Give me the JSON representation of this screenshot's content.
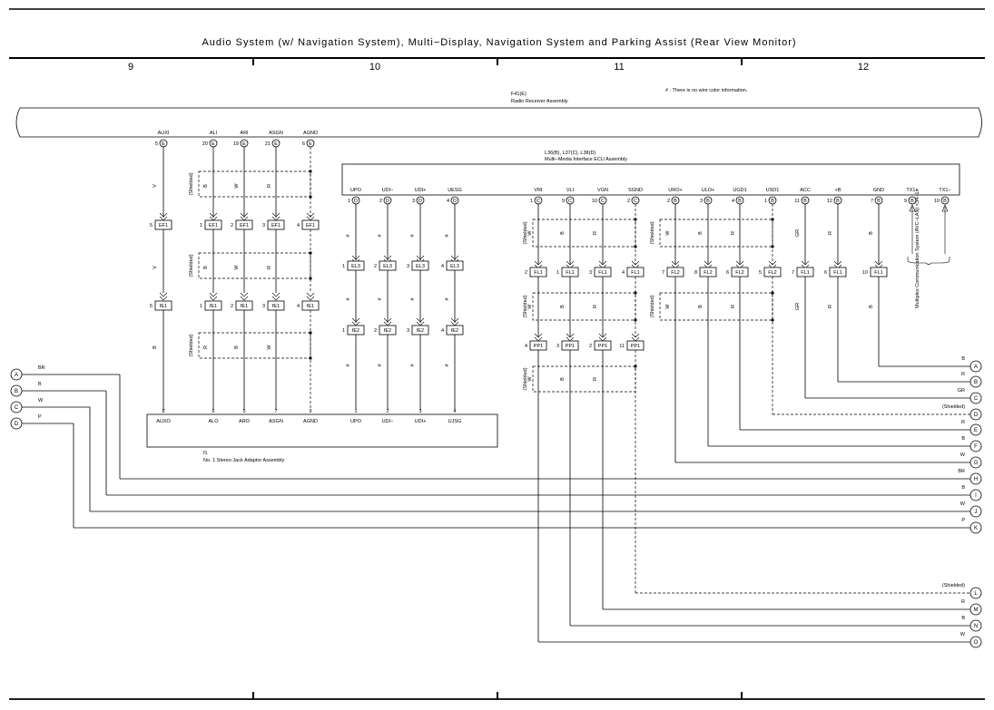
{
  "header": {
    "title": "Audio System (w/ Navigation System), Multi−Display, Navigation System and Parking Assist (Rear View Monitor)",
    "sections": [
      "9",
      "10",
      "11",
      "12"
    ]
  },
  "note": "# : There is no wire color information.",
  "components": {
    "radio": {
      "ref": "F41(E)",
      "name": "Radio Receiver Assembly"
    },
    "ecu": {
      "ref": "L36(B), L37(C), L38(D)",
      "name": "Multi−Media Interface ECU Assembly"
    },
    "jack": {
      "ref": "f1",
      "name": "No. 1 Stereo Jack Adaptor Assembly"
    },
    "avc": "Multiplex Communication System (AVC−LAN) <34−1>"
  },
  "radio_pins": [
    {
      "name": "AUXI",
      "pin": "5",
      "conn": "E"
    },
    {
      "name": "ALI",
      "pin": "20",
      "conn": "E"
    },
    {
      "name": "ARI",
      "pin": "19",
      "conn": "E"
    },
    {
      "name": "ASGN",
      "pin": "21",
      "conn": "E"
    },
    {
      "name": "AGND",
      "pin": "6",
      "conn": "E"
    }
  ],
  "ecu_pins": [
    {
      "name": "UPO",
      "pin": "1",
      "conn": "D"
    },
    {
      "name": "UDI−",
      "pin": "2",
      "conn": "D"
    },
    {
      "name": "UDI+",
      "pin": "3",
      "conn": "D"
    },
    {
      "name": "UESG",
      "pin": "4",
      "conn": "D"
    },
    {
      "name": "VRI",
      "pin": "1",
      "conn": "C"
    },
    {
      "name": "VLI",
      "pin": "9",
      "conn": "C"
    },
    {
      "name": "VGN",
      "pin": "10",
      "conn": "C"
    },
    {
      "name": "SGND",
      "pin": "2",
      "conn": "C"
    },
    {
      "name": "URO+",
      "pin": "2",
      "conn": "B"
    },
    {
      "name": "ULO+",
      "pin": "3",
      "conn": "B"
    },
    {
      "name": "UGD1",
      "pin": "4",
      "conn": "B"
    },
    {
      "name": "USD1",
      "pin": "1",
      "conn": "B"
    },
    {
      "name": "ACC",
      "pin": "11",
      "conn": "B"
    },
    {
      "name": "+B",
      "pin": "12",
      "conn": "B"
    },
    {
      "name": "GND",
      "pin": "7",
      "conn": "B"
    },
    {
      "name": "TX1+",
      "pin": "9",
      "conn": "B"
    },
    {
      "name": "TX1−",
      "pin": "10",
      "conn": "B"
    }
  ],
  "jack_pins": [
    {
      "name": "AUXO",
      "pin": "8"
    },
    {
      "name": "ALO",
      "pin": "6"
    },
    {
      "name": "ARO",
      "pin": "5"
    },
    {
      "name": "ASGN",
      "pin": "7"
    },
    {
      "name": "AGND",
      "pin": "9"
    },
    {
      "name": "UPO",
      "pin": "1"
    },
    {
      "name": "UDI−",
      "pin": "2"
    },
    {
      "name": "UDI+",
      "pin": "3"
    },
    {
      "name": "UJSG",
      "pin": "4"
    }
  ],
  "connectors": {
    "EF1": [
      {
        "pin": "5",
        "id": "EF1"
      },
      {
        "pin": "1",
        "id": "EF1"
      },
      {
        "pin": "2",
        "id": "EF1"
      },
      {
        "pin": "3",
        "id": "EF1"
      },
      {
        "pin": "4",
        "id": "EF1"
      }
    ],
    "fE1": [
      {
        "pin": "5",
        "id": "fE1"
      },
      {
        "pin": "1",
        "id": "fE1"
      },
      {
        "pin": "2",
        "id": "fE1"
      },
      {
        "pin": "3",
        "id": "fE1"
      },
      {
        "pin": "4",
        "id": "fE1"
      }
    ],
    "EL3": [
      {
        "pin": "1",
        "id": "EL3"
      },
      {
        "pin": "2",
        "id": "EL3"
      },
      {
        "pin": "3",
        "id": "EL3"
      },
      {
        "pin": "4",
        "id": "EL3"
      }
    ],
    "fE2": [
      {
        "pin": "1",
        "id": "fE2"
      },
      {
        "pin": "2",
        "id": "fE2"
      },
      {
        "pin": "3",
        "id": "fE2"
      },
      {
        "pin": "4",
        "id": "fE2"
      }
    ],
    "FL1a": [
      {
        "pin": "2",
        "id": "FL1"
      },
      {
        "pin": "1",
        "id": "FL1"
      },
      {
        "pin": "3",
        "id": "FL1"
      },
      {
        "pin": "4",
        "id": "FL1"
      }
    ],
    "PP1": [
      {
        "pin": "4",
        "id": "PP1"
      },
      {
        "pin": "3",
        "id": "PP1"
      },
      {
        "pin": "2",
        "id": "PP1"
      },
      {
        "pin": "11",
        "id": "PP1"
      }
    ],
    "FL2": [
      {
        "pin": "7",
        "id": "FL2"
      },
      {
        "pin": "8",
        "id": "FL2"
      },
      {
        "pin": "6",
        "id": "FL2"
      },
      {
        "pin": "5",
        "id": "FL2"
      }
    ],
    "FL1b": [
      {
        "pin": "7",
        "id": "FL1"
      },
      {
        "pin": "6",
        "id": "FL1"
      },
      {
        "pin": "10",
        "id": "FL1"
      }
    ]
  },
  "wire_colors": {
    "radio_seg1": [
      "V",
      "B",
      "W",
      "R"
    ],
    "radio_seg2": [
      "V",
      "B",
      "W",
      "R"
    ],
    "radio_seg3": [
      "B",
      "R",
      "B",
      "W"
    ],
    "hash": "#",
    "ecu_c_seg": [
      "W",
      "B",
      "R"
    ],
    "ecu_b_seg": [
      "W",
      "B",
      "R"
    ],
    "right": [
      "GR",
      "R",
      "B"
    ],
    "shielded": "(Shielded)"
  },
  "terminals_left": [
    {
      "id": "A",
      "color": "BR"
    },
    {
      "id": "B",
      "color": "B"
    },
    {
      "id": "C",
      "color": "W"
    },
    {
      "id": "D",
      "color": "P"
    }
  ],
  "terminals_right": [
    {
      "id": "A",
      "color": "B"
    },
    {
      "id": "B",
      "color": "R"
    },
    {
      "id": "C",
      "color": "GR"
    },
    {
      "id": "D",
      "color": "(Shielded)"
    },
    {
      "id": "E",
      "color": "R"
    },
    {
      "id": "F",
      "color": "B"
    },
    {
      "id": "G",
      "color": "W"
    },
    {
      "id": "H",
      "color": "BR"
    },
    {
      "id": "I",
      "color": "B"
    },
    {
      "id": "J",
      "color": "W"
    },
    {
      "id": "K",
      "color": "P"
    },
    {
      "id": "L",
      "color": "(Shielded)"
    },
    {
      "id": "M",
      "color": "R"
    },
    {
      "id": "N",
      "color": "B"
    },
    {
      "id": "O",
      "color": "W"
    }
  ]
}
